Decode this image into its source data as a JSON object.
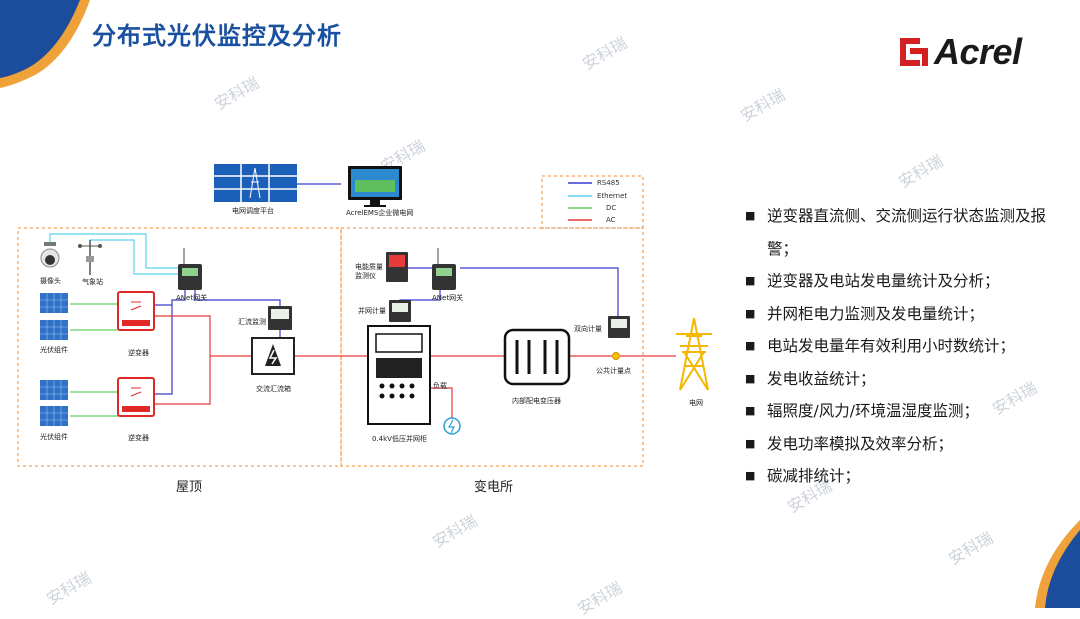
{
  "title": "分布式光伏监控及分析",
  "logo": {
    "text": "Acrel",
    "brand_color": "#d42020"
  },
  "watermark": "安科瑞",
  "legend": [
    {
      "label": "RS485",
      "color": "#3a3ad0"
    },
    {
      "label": "Ethernet",
      "color": "#5ad0f0"
    },
    {
      "label": "DC",
      "color": "#60d060"
    },
    {
      "label": "AC",
      "color": "#e83a3a"
    }
  ],
  "areas": {
    "roof": "屋顶",
    "substation": "变电所"
  },
  "diagram": {
    "dispatch": "电网调度平台",
    "ems": "AcrelEMS企业微电网",
    "camera": "摄像头",
    "weather": "气象站",
    "anet_left": "ANet网关",
    "anet_right": "ANet网关",
    "pv_top": "光伏组件",
    "pv_bottom": "光伏组件",
    "inverter_top": "逆变器",
    "inverter_bottom": "逆变器",
    "combiner_meter": "汇流监测",
    "ac_combiner": "交流汇流箱",
    "pq_monitor": "电能质量\n监测仪",
    "grid_meter": "并网计量",
    "cabinet": "0.4kV低压并网柜",
    "load": "负载",
    "transformer": "内部配电变压器",
    "bi_meter": "双向计量",
    "pcc": "公共计量点",
    "grid": "电网"
  },
  "features": [
    "逆变器直流侧、交流侧运行状态监测及报警；",
    "逆变器及电站发电量统计及分析；",
    "并网柜电力监测及发电量统计；",
    "电站发电量年有效利用小时数统计；",
    "发电收益统计；",
    "辐照度/风力/环境温湿度监测；",
    "发电功率模拟及效率分析；",
    "碳减排统计；"
  ]
}
